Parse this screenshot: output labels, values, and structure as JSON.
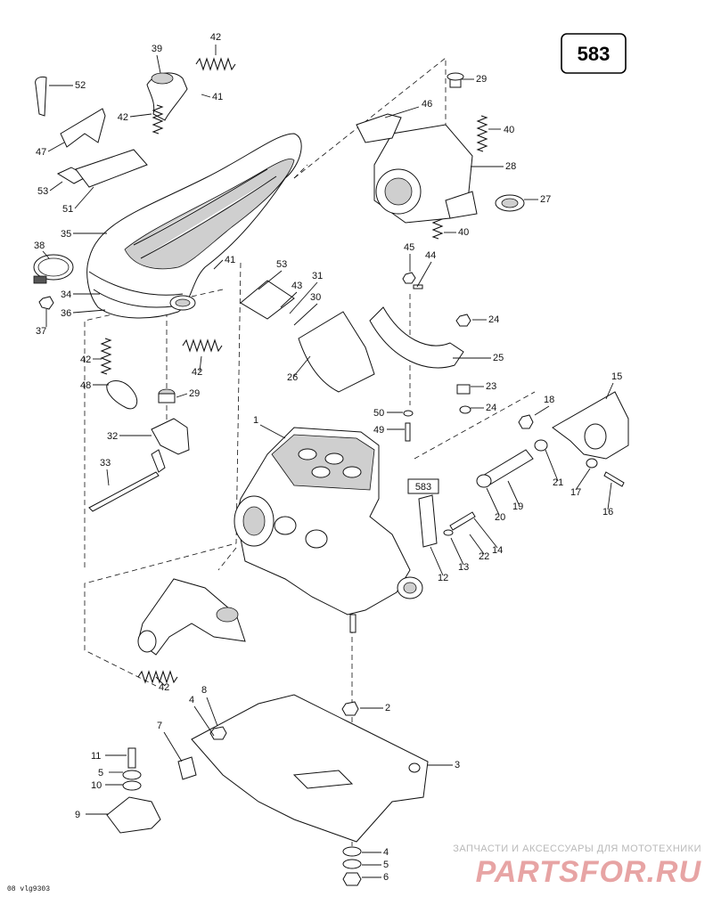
{
  "diagram": {
    "page_number": "583",
    "reference_box": "583",
    "footer_code": "08 vlg9303",
    "watermark": {
      "line1": "ЗАПЧАСТИ И АКСЕССУАРЫ ДЛЯ МОТОТЕХНИКИ",
      "logo": "PARTSFOR.RU"
    },
    "callouts": [
      {
        "id": "42a",
        "text": "42"
      },
      {
        "id": "39",
        "text": "39"
      },
      {
        "id": "41a",
        "text": "41"
      },
      {
        "id": "52",
        "text": "52"
      },
      {
        "id": "42b",
        "text": "42"
      },
      {
        "id": "47",
        "text": "47"
      },
      {
        "id": "53a",
        "text": "53"
      },
      {
        "id": "51",
        "text": "51"
      },
      {
        "id": "35",
        "text": "35"
      },
      {
        "id": "38",
        "text": "38"
      },
      {
        "id": "34",
        "text": "34"
      },
      {
        "id": "36",
        "text": "36"
      },
      {
        "id": "37",
        "text": "37"
      },
      {
        "id": "41b",
        "text": "41"
      },
      {
        "id": "42c",
        "text": "42"
      },
      {
        "id": "42d",
        "text": "42"
      },
      {
        "id": "48",
        "text": "48"
      },
      {
        "id": "29b",
        "text": "29"
      },
      {
        "id": "32",
        "text": "32"
      },
      {
        "id": "33",
        "text": "33"
      },
      {
        "id": "29a",
        "text": "29"
      },
      {
        "id": "46",
        "text": "46"
      },
      {
        "id": "40a",
        "text": "40"
      },
      {
        "id": "28",
        "text": "28"
      },
      {
        "id": "27",
        "text": "27"
      },
      {
        "id": "40b",
        "text": "40"
      },
      {
        "id": "45",
        "text": "45"
      },
      {
        "id": "44",
        "text": "44"
      },
      {
        "id": "53b",
        "text": "53"
      },
      {
        "id": "31",
        "text": "31"
      },
      {
        "id": "43",
        "text": "43"
      },
      {
        "id": "30",
        "text": "30"
      },
      {
        "id": "24a",
        "text": "24"
      },
      {
        "id": "25",
        "text": "25"
      },
      {
        "id": "26",
        "text": "26"
      },
      {
        "id": "23",
        "text": "23"
      },
      {
        "id": "24b",
        "text": "24"
      },
      {
        "id": "50",
        "text": "50"
      },
      {
        "id": "49",
        "text": "49"
      },
      {
        "id": "1",
        "text": "1"
      },
      {
        "id": "15",
        "text": "15"
      },
      {
        "id": "18",
        "text": "18"
      },
      {
        "id": "21",
        "text": "21"
      },
      {
        "id": "17",
        "text": "17"
      },
      {
        "id": "16",
        "text": "16"
      },
      {
        "id": "19",
        "text": "19"
      },
      {
        "id": "20",
        "text": "20"
      },
      {
        "id": "22",
        "text": "22"
      },
      {
        "id": "14",
        "text": "14"
      },
      {
        "id": "13",
        "text": "13"
      },
      {
        "id": "12",
        "text": "12"
      },
      {
        "id": "42e",
        "text": "42"
      },
      {
        "id": "8",
        "text": "8"
      },
      {
        "id": "4a",
        "text": "4"
      },
      {
        "id": "7",
        "text": "7"
      },
      {
        "id": "2",
        "text": "2"
      },
      {
        "id": "3",
        "text": "3"
      },
      {
        "id": "11",
        "text": "11"
      },
      {
        "id": "5a",
        "text": "5"
      },
      {
        "id": "10",
        "text": "10"
      },
      {
        "id": "9",
        "text": "9"
      },
      {
        "id": "4b",
        "text": "4"
      },
      {
        "id": "5b",
        "text": "5"
      },
      {
        "id": "6",
        "text": "6"
      }
    ]
  }
}
